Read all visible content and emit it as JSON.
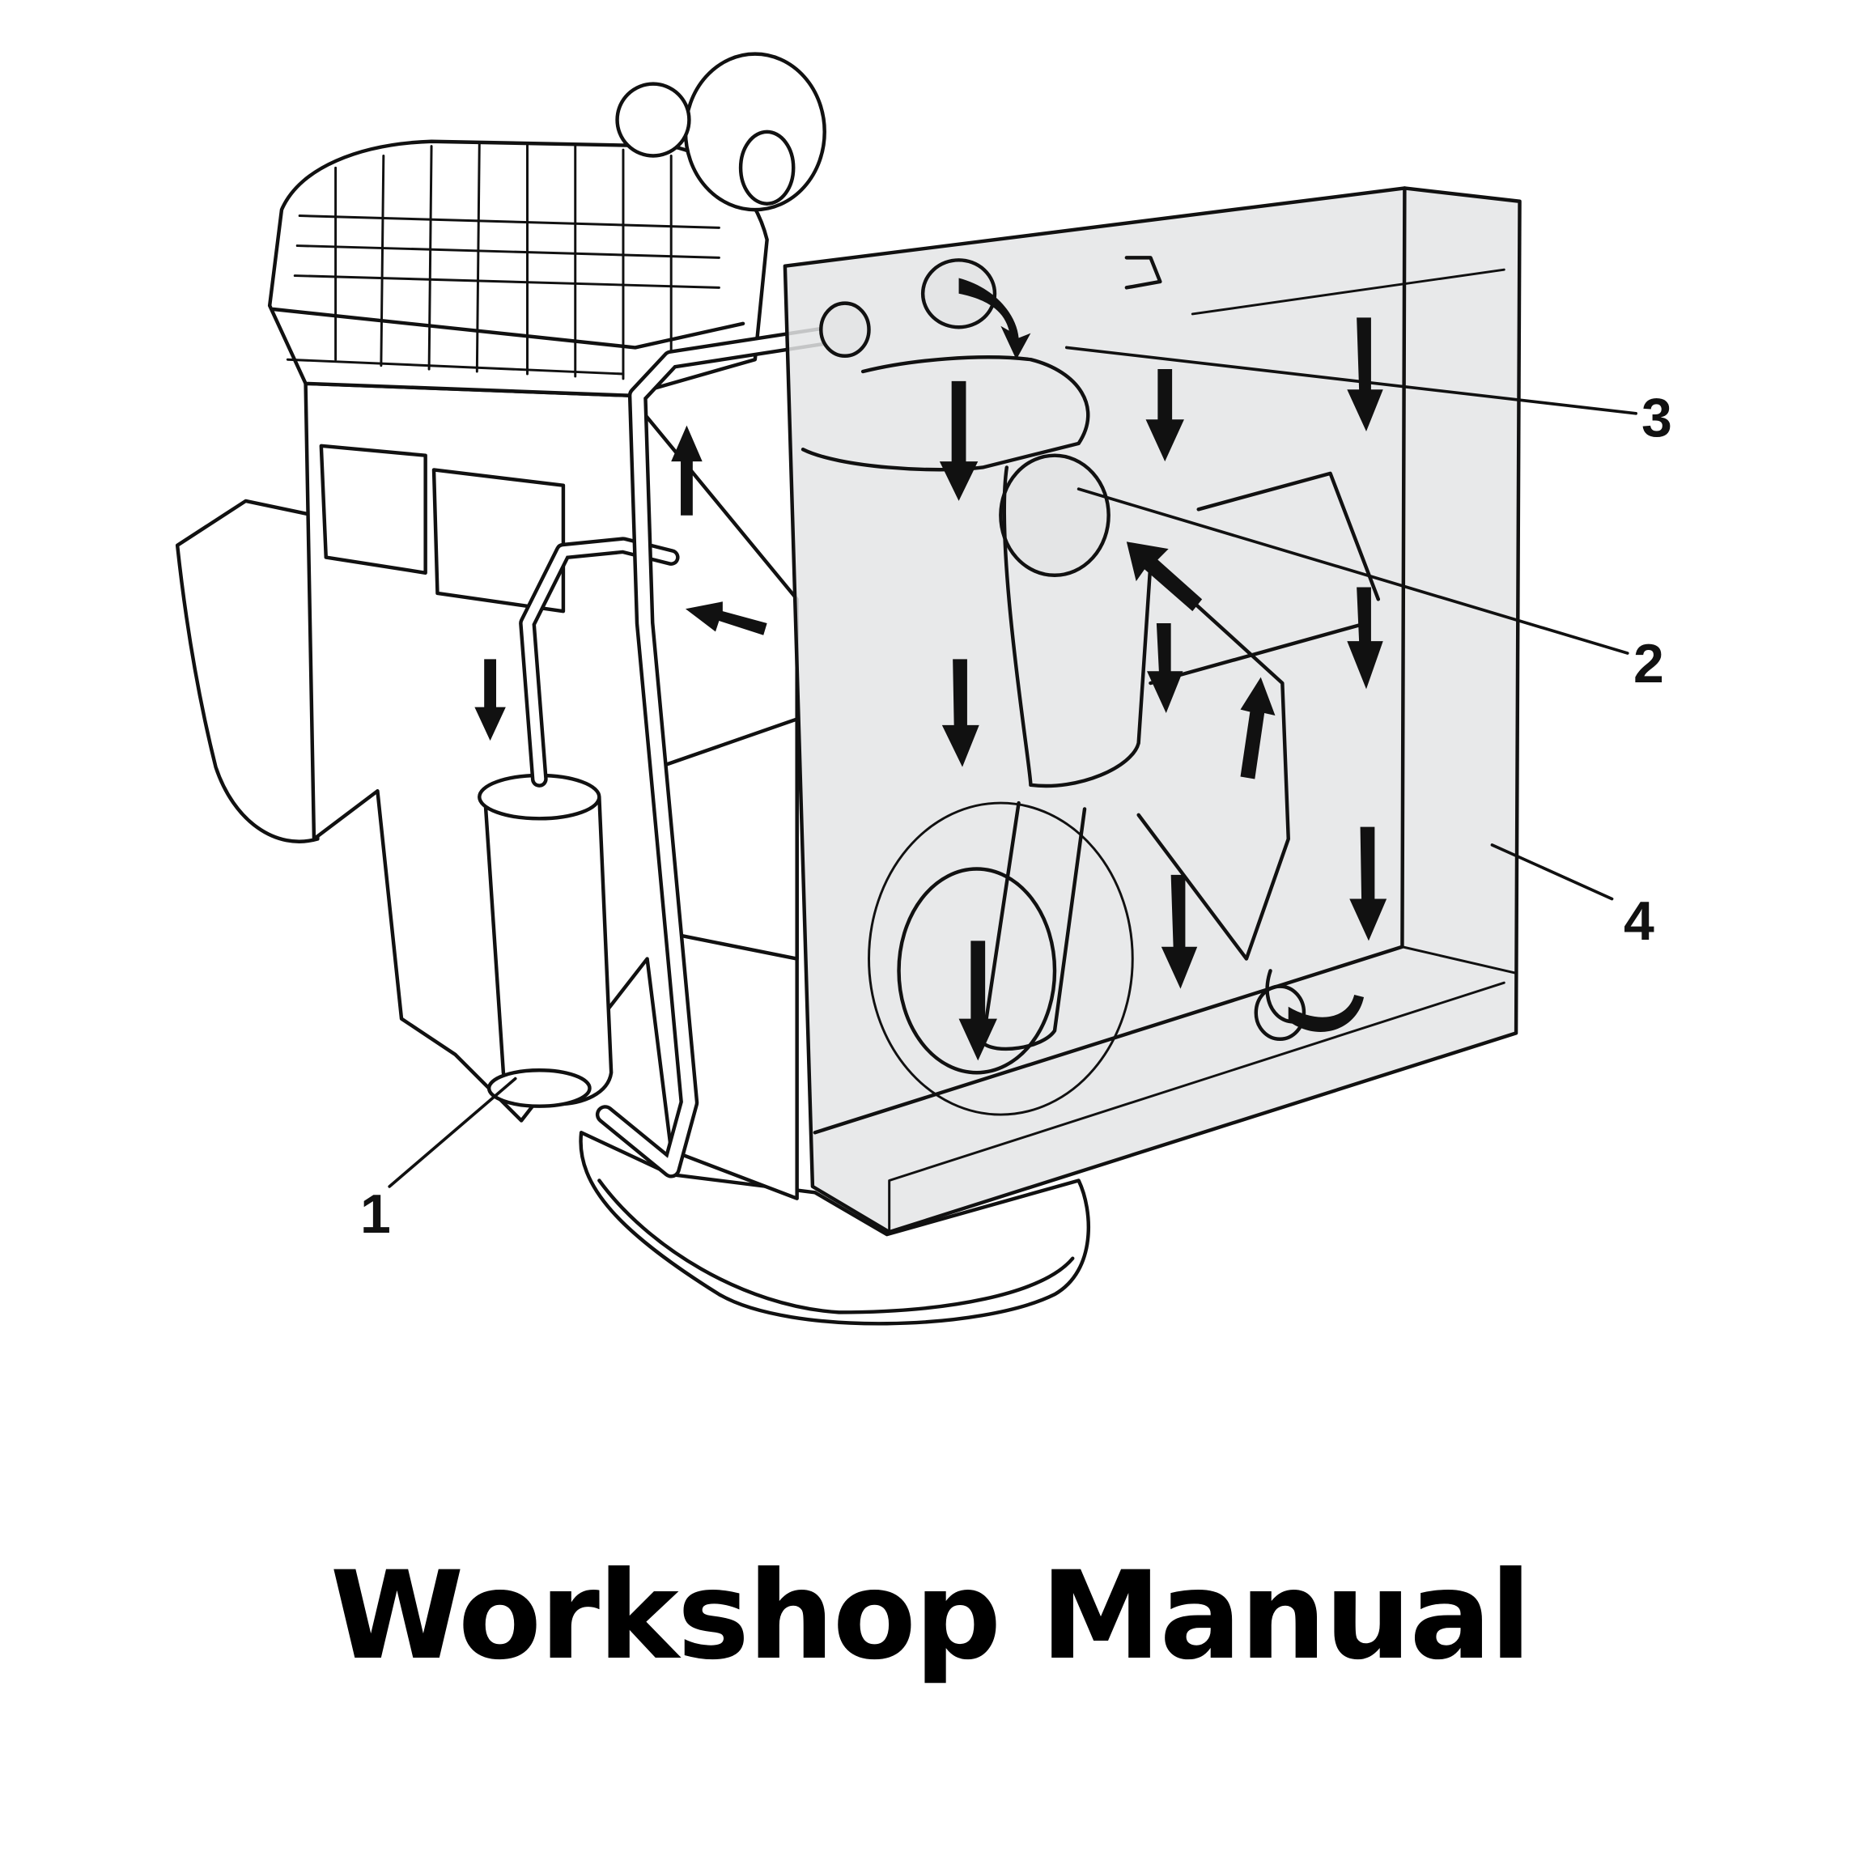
{
  "title": "Workshop Manual",
  "callouts": [
    {
      "number": "1"
    },
    {
      "number": "2"
    },
    {
      "number": "3"
    },
    {
      "number": "4"
    }
  ],
  "colors": {
    "ink": "#111111",
    "radiator_fill": "#e4e5e6",
    "background": "#ffffff"
  }
}
